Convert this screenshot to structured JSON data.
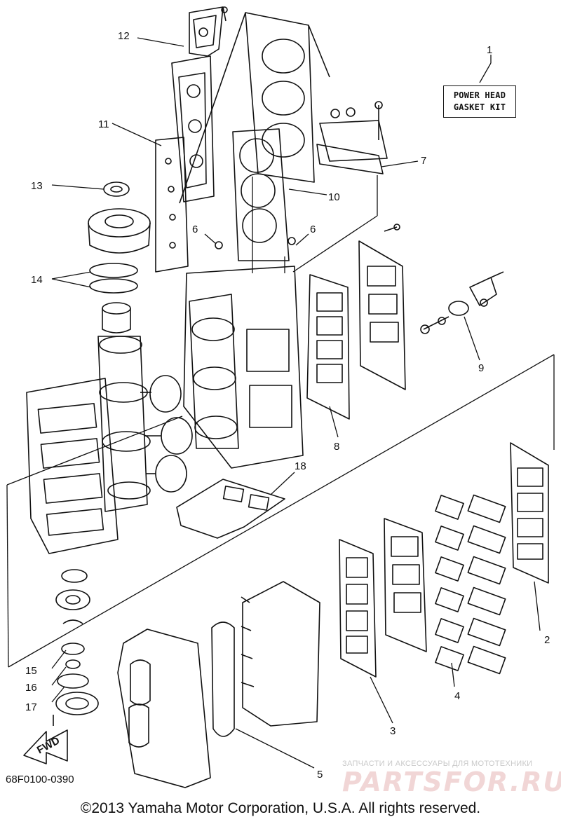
{
  "kit_label": {
    "line1": "POWER HEAD",
    "line2": "GASKET KIT"
  },
  "callouts": [
    "1",
    "2",
    "3",
    "4",
    "5",
    "6",
    "6",
    "7",
    "8",
    "9",
    "10",
    "11",
    "12",
    "13",
    "14",
    "15",
    "16",
    "17",
    "18"
  ],
  "fwd_label": "FWD",
  "drawing_code": "68F0100-0390",
  "copyright": "©2013 Yamaha Motor Corporation, U.S.A. All rights reserved.",
  "watermark": {
    "small": "ЗАПЧАСТИ И АКСЕССУАРЫ ДЛЯ МОТОТЕХНИКИ",
    "big": "PARTSFOR.RU"
  }
}
